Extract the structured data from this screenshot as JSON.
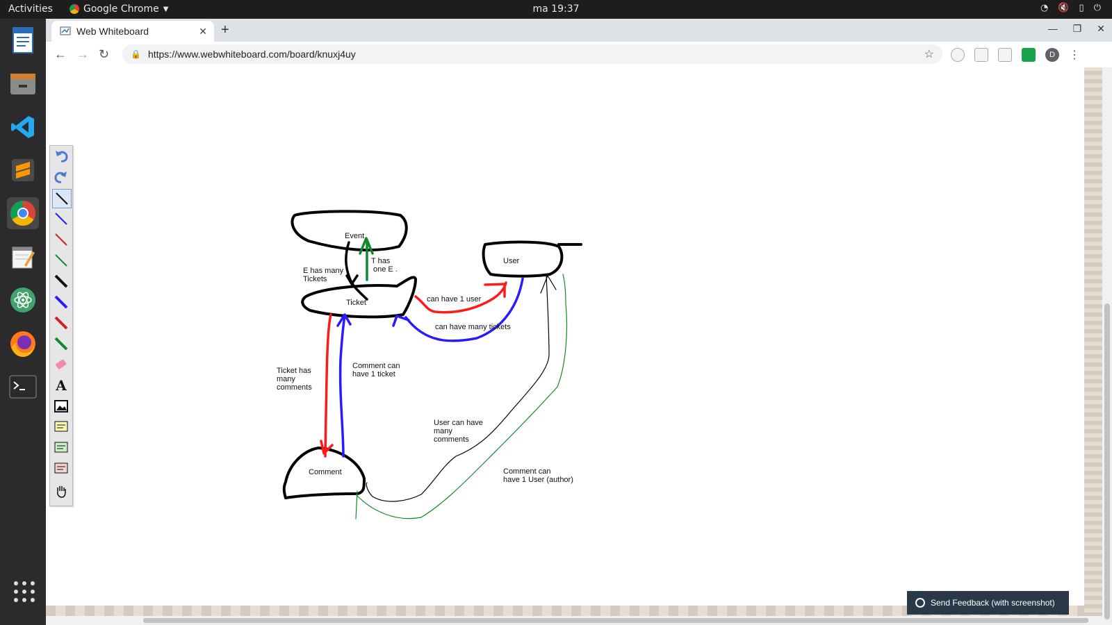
{
  "system": {
    "activities": "Activities",
    "app_name": "Google Chrome",
    "clock": "ma 19:37",
    "tray_icons": [
      "wifi-icon",
      "volume-muted-icon",
      "battery-icon",
      "power-icon"
    ]
  },
  "dock": {
    "apps": [
      "libreoffice-writer-icon",
      "files-icon",
      "vscode-icon",
      "sublime-text-icon",
      "chrome-icon",
      "text-editor-icon",
      "atom-icon",
      "firefox-icon",
      "terminal-icon"
    ],
    "active": "chrome-icon"
  },
  "browser": {
    "tab_title": "Web Whiteboard",
    "url": "https://www.webwhiteboard.com/board/knuxj4uy",
    "profile_initial": "D"
  },
  "whiteboard": {
    "tools": [
      "undo",
      "redo",
      "black-pen",
      "blue-pen",
      "red-pen",
      "green-pen",
      "black-marker",
      "blue-marker",
      "red-marker",
      "green-marker",
      "eraser",
      "text",
      "image",
      "sticky-note-yellow",
      "sticky-note-green",
      "sticky-note-red",
      "pan-hand"
    ],
    "selected_tool": "black-pen",
    "entities": {
      "event": "Event",
      "user": "User",
      "ticket": "Ticket",
      "comment": "Comment"
    },
    "labels": {
      "e_has_many_tickets_1": "E has many",
      "e_has_many_tickets_2": "Tickets",
      "t_has_one_e_1": "T has",
      "t_has_one_e_2": "one E .",
      "can_have_1_user": "can have 1 user",
      "can_have_many_tickets": "can have many tickets",
      "ticket_has_many_comments_1": "Ticket has",
      "ticket_has_many_comments_2": "many",
      "ticket_has_many_comments_3": "comments",
      "comment_can_have_1_ticket_1": "Comment can",
      "comment_can_have_1_ticket_2": "have 1 ticket",
      "user_can_have_many_comments_1": "User can have",
      "user_can_have_many_comments_2": "many",
      "user_can_have_many_comments_3": "comments",
      "comment_can_have_1_user_1": "Comment can",
      "comment_can_have_1_user_2": "have 1 User (author)"
    },
    "colors": {
      "black": "#000000",
      "red": "#ff1a1a",
      "blue": "#2a1aff",
      "green": "#0f8a2a"
    }
  },
  "feedback": {
    "label": "Send Feedback (with screenshot)"
  }
}
